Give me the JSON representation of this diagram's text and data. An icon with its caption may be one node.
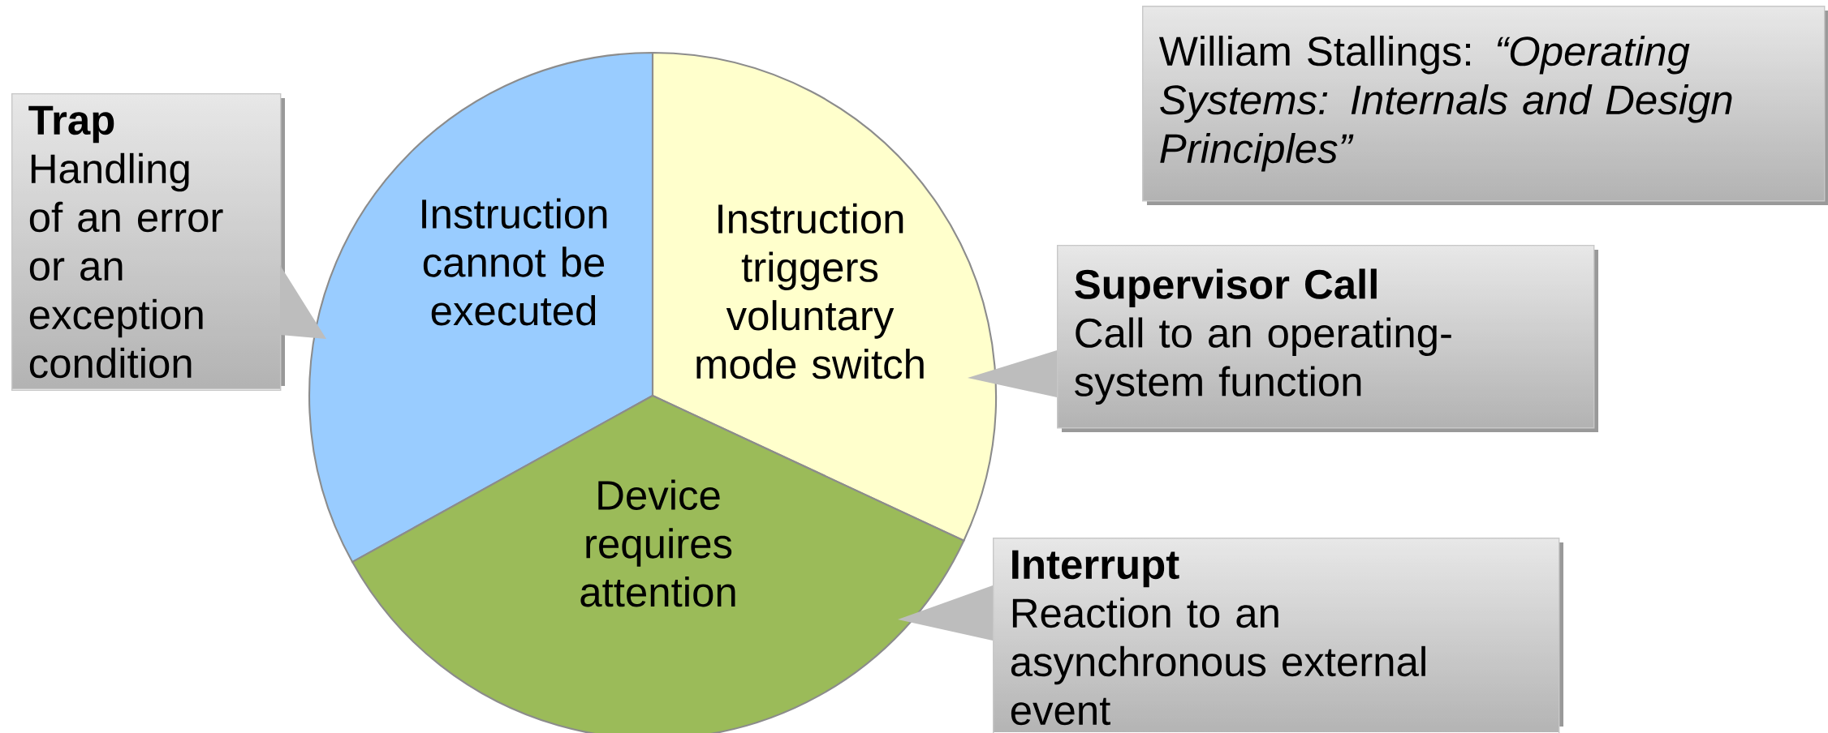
{
  "diagram": {
    "nodes": [
      {
        "text": [
          "Trap",
          "Handling of an error or an exception condition"
        ]
      },
      {
        "text": [
          "Instruction cannot be executed"
        ]
      },
      {
        "text": [
          "Instruction triggers voluntary mode switch"
        ]
      },
      {
        "text": [
          "Device requires attention"
        ]
      },
      {
        "text": [
          "William Stallings: *“Operating Systems: Internals and Design Principles”*"
        ]
      },
      {
        "text": [
          "Supervisor Call",
          "Call to an operating-system function"
        ]
      },
      {
        "text": [
          "Interrupt",
          "Reaction to an asynchronous external event"
        ]
      }
    ],
    "edges": [
      {
        "from": 0,
        "to": 1,
        "arrow": "to"
      },
      {
        "from": 5,
        "to": 2,
        "arrow": "to"
      },
      {
        "from": 6,
        "to": 3,
        "arrow": "to"
      }
    ]
  }
}
